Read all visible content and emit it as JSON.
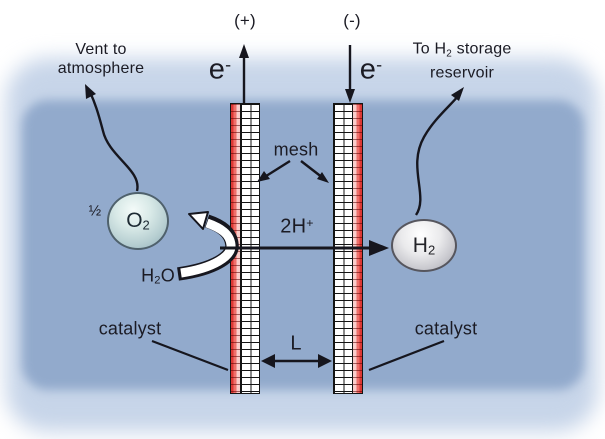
{
  "labels": {
    "vent_line1": "Vent to",
    "vent_line2": "atmosphere",
    "storage_line1_prefix": "To H",
    "storage_line1_sub": "2",
    "storage_line1_suffix": " storage",
    "storage_line2": "reservoir",
    "anode_terminal": "(+)",
    "cathode_terminal": "(-)",
    "electron_base": "e",
    "electron_sup": "-",
    "mesh": "mesh",
    "proton_base": "2H",
    "proton_sup": "+",
    "o2_coeff": "½",
    "o2_base": "O",
    "o2_sub": "2",
    "h2o_prefix": "H",
    "h2o_sub": "2",
    "h2o_suffix": "O",
    "h2_base": "H",
    "h2_sub": "2",
    "catalyst_left": "catalyst",
    "catalyst_right": "catalyst",
    "gap_length": "L"
  },
  "colors": {
    "electrolyte_blue": "#92aacc",
    "electrolyte_glow": "#c7d5e9",
    "catalyst_red": "#dd3835",
    "catalyst_pink": "#fbcdcb",
    "mesh_white": "#ffffff",
    "o2_bubble": "#d8e9e7",
    "h2_bubble": "#eaeaec",
    "line_color": "#16161e",
    "text_color": "#1b1b24"
  }
}
